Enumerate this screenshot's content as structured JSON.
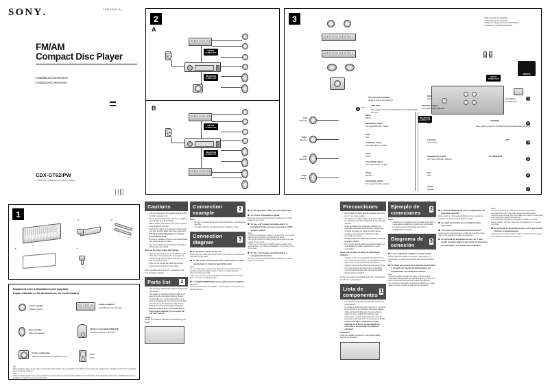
{
  "document": {
    "brand": "SONY",
    "doc_code": "3-283-540-41 (1)",
    "title_line1": "FM/AM",
    "title_line2": "Compact Disc Player",
    "subtitle_en": "Installation/Connections",
    "subtitle_es": "Instalación/Conexiones",
    "model": "CDX-GT62IPW",
    "copyright": "© 2008 Sony Corporation    Printed in Thailand"
  },
  "panels": {
    "parts": {
      "badge": "1",
      "items": [
        {
          "ref": "①",
          "qty": ""
        },
        {
          "ref": "②",
          "qty": ""
        },
        {
          "ref": "③",
          "qty": "× 2"
        },
        {
          "ref": "④",
          "qty": ""
        },
        {
          "ref": "⑤",
          "qty": "× 2"
        }
      ]
    },
    "equipment": {
      "title_en": "Equipment used in illustrations (not supplied)",
      "title_es": "Equipo utilizado en las ilustraciones (no suministrado)",
      "items": [
        {
          "icon": "front-speaker-icon",
          "en": "Front speaker",
          "es": "Altavoz frontal"
        },
        {
          "icon": "power-amplifier-icon",
          "en": "Power amplifier",
          "es": "Amplificador de potencia"
        },
        {
          "icon": "rear-speaker-icon",
          "en": "Rear speaker",
          "es": "Altavoz posterior"
        },
        {
          "icon": "rotary-commander-icon",
          "en": "Rotary commander RM-X4S",
          "es": "Mando rotatorio RM-X4S"
        },
        {
          "icon": "active-subwoofer-icon",
          "en": "Active subwoofer",
          "es": "Altavoz potenciador de graves activo"
        },
        {
          "icon": "ipod-icon",
          "en": "iPod",
          "es": "iPod"
        }
      ],
      "note_en": "Note\nBefore installing, make sure the catches on both sides of the bracket ⑤ are bent inwards 2 mm (3/32 in). If the catches are straight or bent outwards, the unit will not be installed securely and may spring out.",
      "note_es": "Nota\nAntes de instalar, asegúrese de que los enganches de ambos lados del soporte ⑤ estén doblados 2 mm hacia dentro. Si los enganches están rectos o doblados hacia fuera, la unidad no se instalará firmemente y podría saltar."
    },
    "connection_example": {
      "badge": "2",
      "variant_a": "A",
      "variant_b": "B",
      "callout_front": "FRONT\nAUDIO OUT",
      "callout_rear": "REAR/SUB\nAUDIO OUT"
    },
    "connection_diagram": {
      "badge": "3",
      "callout_front": "FRONT\nAUDIO OUT",
      "callout_rear": "REAR/SUB\nAUDIO OUT",
      "label_antenna_en": "from car antenna (aerial)",
      "label_antenna_es": "desde la antena del automóvil",
      "label_fuse_en": "Fuse (10 A)",
      "label_fuse_es": "Fusible (10 A)",
      "label_remote_en": "REMOTE",
      "top_notes": [
        "* RCA pin cord (not supplied)",
        "* Insert with the cord upwards.",
        "* Cable con clavijas RCA (no suministrado)",
        "* Insértelo con el cable hacia arriba."
      ],
      "speakers": [
        {
          "side_en": "Left",
          "side_es": "Izquierda",
          "type": "front"
        },
        {
          "side_en": "Right",
          "side_es": "Derecha",
          "type": "front"
        },
        {
          "side_en": "Left",
          "side_es": "Izquierda",
          "type": "rear"
        },
        {
          "side_en": "Right",
          "side_es": "Derecha",
          "type": "rear"
        }
      ],
      "wires_left": [
        {
          "en": "White",
          "es": "Blanco",
          "fn": ""
        },
        {
          "en": "White/black striped",
          "es": "Con rayas blancas y negras",
          "fn": ""
        },
        {
          "en": "Gray",
          "es": "Gris",
          "fn": ""
        },
        {
          "en": "Gray/black striped",
          "es": "Con rayas grises y negras",
          "fn": ""
        },
        {
          "en": "Green",
          "es": "Verde",
          "fn": ""
        },
        {
          "en": "Green/black striped",
          "es": "Con rayas verdes y negras",
          "fn": ""
        },
        {
          "en": "Purple",
          "es": "Morado",
          "fn": ""
        },
        {
          "en": "Purple/black striped",
          "es": "Con rayas moradas y negras",
          "fn": ""
        }
      ],
      "wires_right": [
        {
          "en": "Blue/white striped",
          "es": "Con rayas azules y blancas",
          "fn": "",
          "note_en": "Max. supply current 0.3 A",
          "note_es": "Corriente máx. de alimentación de 0,3 A"
        },
        {
          "en": "Black",
          "es": "Negro",
          "fn": ""
        },
        {
          "en": "Blue",
          "es": "Azul",
          "fn": "ANT REM",
          "note_en": "Max. supply current 0.1 A",
          "note_es": "Corriente máx. de alimentación de 0,1 A"
        },
        {
          "en": "Light blue",
          "es": "Azul celeste",
          "fn": "ATT"
        },
        {
          "en": "Orange/white striped",
          "es": "Con rayas naranjas y blancas",
          "fn": "ILLUMINATION"
        },
        {
          "en": "Red",
          "es": "Rojo",
          "fn": ""
        },
        {
          "en": "Yellow",
          "es": "Amarillo",
          "fn": ""
        }
      ],
      "amp_rem_label": "AMP REM"
    }
  },
  "text": {
    "cautions": {
      "heading": "Cautions",
      "bullets": [
        "This unit is designed for negative ground (earth) 12 V DC operation only.",
        "Do not get the leads under a screw, or caught in moving parts (e.g. seat railing).",
        "Before making connections, turn the car ignition off to avoid short circuits.",
        "Connect the yellow and red power supply leads only after all other leads have been connected.",
        "Run all ground (earth) leads to a common ground (earth) point.",
        "Be sure to insulate any loose unconnected leads with electrical tape for safety.",
        "The use of optical instruments with this product will increase eye hazard."
      ],
      "subheading": "Notes on the power supply lead (yellow)",
      "subbullets": [
        "When connecting this unit in combination with other stereo components, the connected car circuit's rating must be higher than the sum of each component's fuse.",
        "When no car circuits are rated high enough, connect the unit directly to the battery."
      ],
      "trademark": "iPod is a trademark of Apple Inc., registered in the U.S. and other countries."
    },
    "parts_list": {
      "heading": "Parts list",
      "badge": "1",
      "bullets": [
        "The numbers in the list are keyed to those in the instructions.",
        "The bracket ④ and the protection collar ⑤ are attached to the unit before shipping. Before mounting the unit, use the release keys ③ to remove the bracket ④ from the unit. For details, see \"Removing the protection collar and the bracket ④\" on the reverse side of the sheet.",
        "Keep the release keys ③ for future use as they are also necessary if you remove the unit from your car."
      ],
      "caution_heading": "Caution",
      "caution_text": "Handle the bracket ④ carefully to avoid injuring your fingers."
    },
    "connection_example": {
      "heading": "Connection example",
      "badge": "2",
      "note_heading": "Notes",
      "notes": [
        "Be sure to connect the ground (earth) lead before connecting the amplifier.",
        "The alarm will only sound if the built-in amplifier is used."
      ]
    },
    "connection_diagram": {
      "heading": "Connection diagram",
      "badge": "3",
      "steps": [
        {
          "n": "❶",
          "title": "To a metal surface of the car",
          "body": "First connect the black ground (earth) lead, then connect the yellow and red power supply leads."
        },
        {
          "n": "❷",
          "title": "To the power antenna (aerial) control lead or power supply lead of antenna (aerial) booster",
          "body": "Notes\n• It is not necessary to connect this lead if there is no power antenna (aerial) or antenna (aerial) booster, or with a manually-operated telescopic antenna (aerial).\n• When your car has a built-in FM/AM antenna (aerial) in the rear/side glass, see notes on following pages."
        },
        {
          "n": "❸",
          "title": "To AUDIO REMOTE IN of an optional joint amplifier",
          "body": "Regulation\nThis connection is only for amplifiers. Connecting any other system may damage the unit."
        },
        {
          "n": "❹",
          "title": "To the interface cable of a car telephone"
        },
        {
          "n": "❺",
          "title": "To a car's illumination signal",
          "body": "Be sure to connect the black ground (earth) lead to a metal surface of the car first."
        },
        {
          "n": "❻",
          "title": "To the +12 V power terminal which is energized in the accessory position of the ignition switch",
          "body": "Notes\n• If there is no accessory position, connect to the +12 V power (battery) terminal which is energized at all times.\n• Be sure to connect the black ground (earth) lead to a metal surface of the car first.\n• When your car has built-in FM/AM antenna (aerial) in the rear/side glass, see \"Note on installation\" on the reverse side of the sheet."
        },
        {
          "n": "❼",
          "title": "To the +12 V power terminal which is energized at all times",
          "body": "Be sure to connect the black ground (earth) lead to a metal surface of the car first."
        }
      ]
    },
    "precauciones": {
      "heading": "Precauciones",
      "bullets": [
        "Esta unidad se diseñó para alimentarse sólo con cc de 12 V de masa negativa.",
        "No coloque los cables debajo de ningún tornillo, ni los aprisione con partes móviles (p. ej. los rieles del asiento).",
        "Antes de realizar las conexiones, desactive el encendido del automóvil para evitar cortocircuitos.",
        "Conecte los cables de fuente de alimentación amarillo y rojo solamente después de haber conectado los demás.",
        "Conecte todos los cables de conexión a masa a un punto común.",
        "Por razones de seguridad, asegúrese de aislar con cinta aislante los cables sueltos que no estén conectados."
      ],
      "subheading": "Notas sobre el cable de fuente de alimentación (amarillo)",
      "subbullets": [
        "Cuando conecte esta unidad en combinación con otros componentes estéreo, los capacidad nominal del circuito conectado del automóvil debe ser superior a la suma del fusible de cada componente.",
        "Si no hay circuitos del automóvil con capacidad nominal suficientemente alta, conecte la unidad directamente a la batería."
      ],
      "trademark": "iPod es una marca comercial de Apple Inc., registrada en los EE. UU. y otros países."
    },
    "lista_componentes": {
      "heading": "Lista de componentes",
      "badge": "1",
      "bullets": [
        "Los números de la lista corresponden a los de las instrucciones.",
        "La unidad se suministra con el soporte ④ y el marco de protección ⑤ ya montados. Antes de instalarla, utilice las llaves de liberación ③ para extraer el soporte ④ de la unidad. Para obtener más información, consulte \"Extracción del marco de protección y del soporte ④\" en el reverso de la hoja.",
        "Conserve las llaves de liberación ③ para utilizarlas en el futuro, ya que también las necesitará si desea extraer la unidad del automóvil."
      ],
      "caution_heading": "Precaución",
      "caution_text": "Trate con cuidado el soporte ④ para evitar posibles lesiones en los dedos."
    },
    "ejemplo_conexiones": {
      "heading": "Ejemplo de conexiones",
      "badge": "2",
      "note_heading": "Notas",
      "notes": [
        "Asegúrese de conectar primero el cable de conexión a masa antes de realizar la conexión del amplificador.",
        "La alarma sonará únicamente si se utiliza el amplificador incorporado."
      ]
    },
    "diagrama_conexion": {
      "heading": "Diagrama de conexión",
      "badge": "3",
      "steps": [
        {
          "n": "❶",
          "title": "A una superficie metálica del automóvil",
          "body": "Conecte primero el cable de conexión a masa negro y, a continuación, los cables de fuente de alimentación amarillo y rojo."
        },
        {
          "n": "❷",
          "title": "Al cable de control de la antena motorizada o al cable de fuente de alimentación del amplificador de señal de la antena",
          "body": "Notas\n• No es necesario conectar este cable si no hay antena motorizada ni amplificador de señal de la antena, o bien si se utiliza una antena telescópica accionada manualmente.\n• Si el automóvil incorpora una antena de FM/AM en el cristal trasero o lateral, consulte la nota sobre la instalación."
        },
        {
          "n": "❸",
          "title": "A AUDIO REMOTE IN de un amplificador de potencia opcional",
          "body": "Esta conexión es sólo para amplificadores. La conexión de cualquier otro sistema puede dañar la unidad."
        },
        {
          "n": "❹",
          "title": "Al cable de interfaz de un teléfono para automóvil"
        },
        {
          "n": "❺",
          "title": "A la señal de iluminación del automóvil",
          "body": "Asegúrese de conectar primero el cable de conexión a masa negro a una superficie metálica del automóvil."
        },
        {
          "n": "❻",
          "title": "Al terminal de alimentación de +12 V que recibe energía según la posición de accesorio del interruptor de la llave de encendido",
          "body": "Notas\n• Si no hay posición de accesorio, conéctelo al terminal de alimentación de +12 V que recibe energía constantemente.\n• Asegúrese de conectar primero el cable de conexión a masa negro a una superficie metálica del automóvil.\n• Si el automóvil incorpora una antena de FM/AM en el cristal trasero o lateral, consulte \"Nota sobre la instalación\" en el reverso de la hoja."
        },
        {
          "n": "❼",
          "title": "Al terminal de alimentación de +12 V que recibe energía constantemente",
          "body": "Asegúrese de conectar primero el cable de conexión a masa negro a una superficie metálica del automóvil."
        }
      ]
    }
  }
}
